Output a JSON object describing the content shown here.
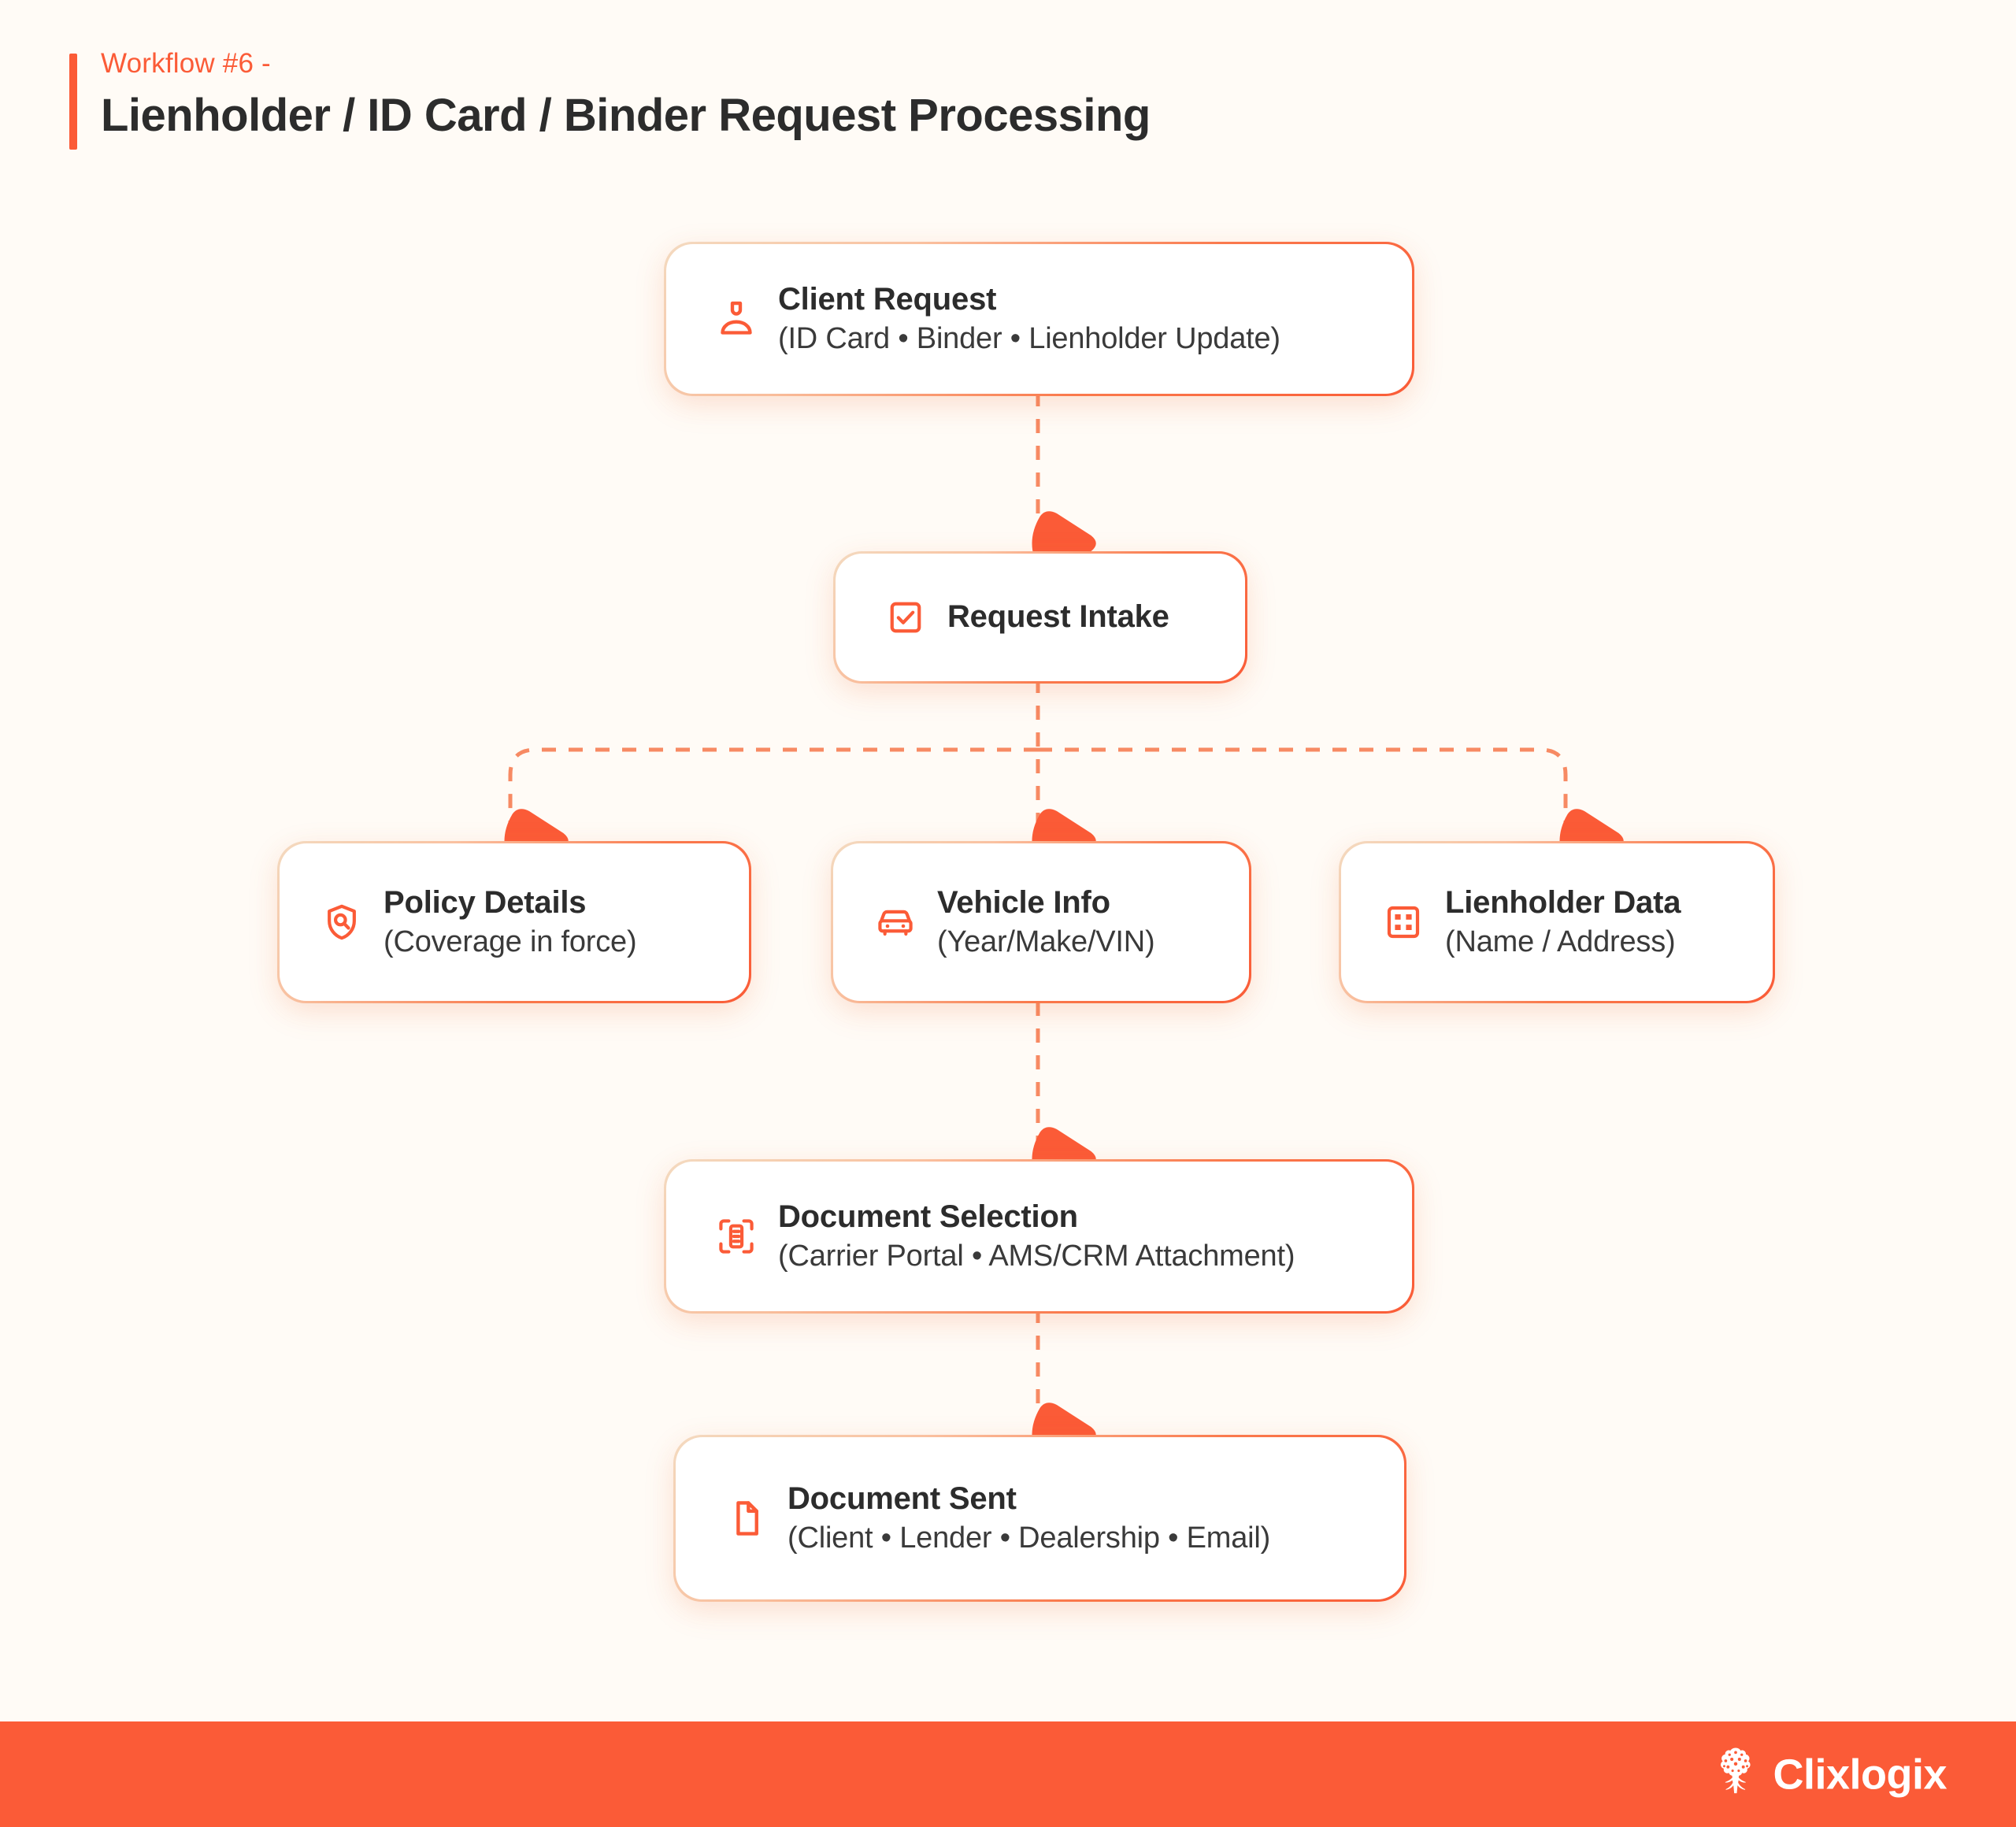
{
  "page": {
    "background_color": "#FFFBF6",
    "accent_color": "#FB5B37",
    "text_color": "#2C2C2C"
  },
  "header": {
    "eyebrow": "Workflow #6 -",
    "title": "Lienholder / ID Card / Binder Request Processing"
  },
  "diagram": {
    "type": "flowchart",
    "nodes": [
      {
        "id": "client-request",
        "icon": "user-icon",
        "title": "Client Request",
        "subtitle": "(ID Card • Binder • Lienholder Update)"
      },
      {
        "id": "request-intake",
        "icon": "checkbox-check-icon",
        "title": "Request Intake",
        "subtitle": ""
      },
      {
        "id": "policy-details",
        "icon": "shield-search-icon",
        "title": "Policy Details",
        "subtitle": "(Coverage in force)"
      },
      {
        "id": "vehicle-info",
        "icon": "car-icon",
        "title": "Vehicle Info",
        "subtitle": "(Year/Make/VIN)"
      },
      {
        "id": "lienholder-data",
        "icon": "grid-icon",
        "title": "Lienholder Data",
        "subtitle": "(Name / Address)"
      },
      {
        "id": "document-selection",
        "icon": "document-scan-icon",
        "title": "Document Selection",
        "subtitle": "(Carrier Portal • AMS/CRM Attachment)"
      },
      {
        "id": "document-sent",
        "icon": "file-icon",
        "title": "Document Sent",
        "subtitle": "(Client • Lender • Dealership • Email)"
      }
    ],
    "edges": [
      {
        "from": "client-request",
        "to": "request-intake",
        "style": "dashed-arrow"
      },
      {
        "from": "request-intake",
        "to": "policy-details",
        "style": "dashed-arrow"
      },
      {
        "from": "request-intake",
        "to": "vehicle-info",
        "style": "dashed-arrow"
      },
      {
        "from": "request-intake",
        "to": "lienholder-data",
        "style": "dashed-arrow"
      },
      {
        "from": "vehicle-info",
        "to": "document-selection",
        "style": "dashed-arrow"
      },
      {
        "from": "document-selection",
        "to": "document-sent",
        "style": "dashed-arrow"
      }
    ]
  },
  "footer": {
    "brand_name": "Clixlogix",
    "logo_icon": "tree-logo-icon",
    "background_color": "#FB5B37"
  }
}
